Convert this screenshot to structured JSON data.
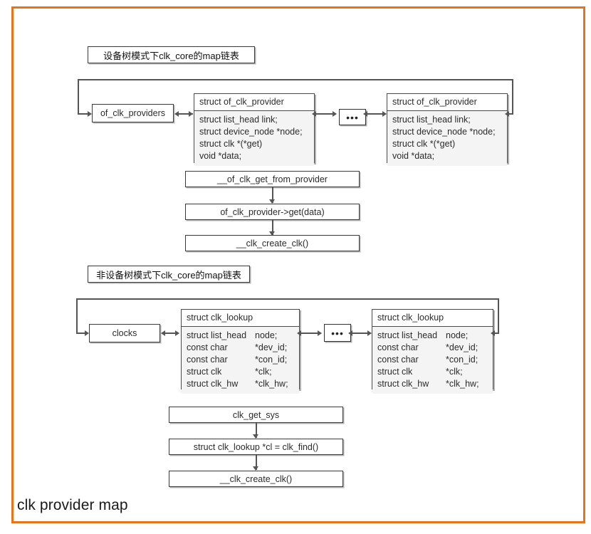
{
  "caption": "clk provider map",
  "theme": {
    "frame_color": "#ea7317",
    "box_border": "#3a3a3a",
    "struct_fill": "#f4f4f4",
    "line_color": "#555555"
  },
  "sections": {
    "devicetree": {
      "header": "设备树模式下clk_core的map链表",
      "root_node": "of_clk_providers",
      "ellipsis": "•••",
      "struct_left": {
        "title": "struct of_clk_provider",
        "fields": [
          "struct list_head link;",
          "struct device_node *node;",
          "struct clk *(*get)",
          "void *data;"
        ]
      },
      "struct_right": {
        "title": "struct of_clk_provider",
        "fields": [
          "struct list_head link;",
          "struct device_node *node;",
          "struct clk *(*get)",
          "void *data;"
        ]
      },
      "flow": [
        "__of_clk_get_from_provider",
        "of_clk_provider->get(data)",
        "__clk_create_clk()"
      ]
    },
    "non_devicetree": {
      "header": "非设备树模式下clk_core的map链表",
      "root_node": "clocks",
      "ellipsis": "•••",
      "struct_left": {
        "title": "struct clk_lookup",
        "fields": [
          {
            "type": "struct list_head",
            "name": "node;"
          },
          {
            "type": "const char",
            "name": "*dev_id;"
          },
          {
            "type": "const char",
            "name": "*con_id;"
          },
          {
            "type": "struct clk",
            "name": "*clk;"
          },
          {
            "type": "struct clk_hw",
            "name": "*clk_hw;"
          }
        ]
      },
      "struct_right": {
        "title": "struct clk_lookup",
        "fields": [
          {
            "type": "struct list_head",
            "name": "node;"
          },
          {
            "type": "const char",
            "name": "*dev_id;"
          },
          {
            "type": "const char",
            "name": "*con_id;"
          },
          {
            "type": "struct clk",
            "name": "*clk;"
          },
          {
            "type": "struct clk_hw",
            "name": "*clk_hw;"
          }
        ]
      },
      "flow": [
        "clk_get_sys",
        "struct clk_lookup *cl = clk_find()",
        "__clk_create_clk()"
      ]
    }
  }
}
